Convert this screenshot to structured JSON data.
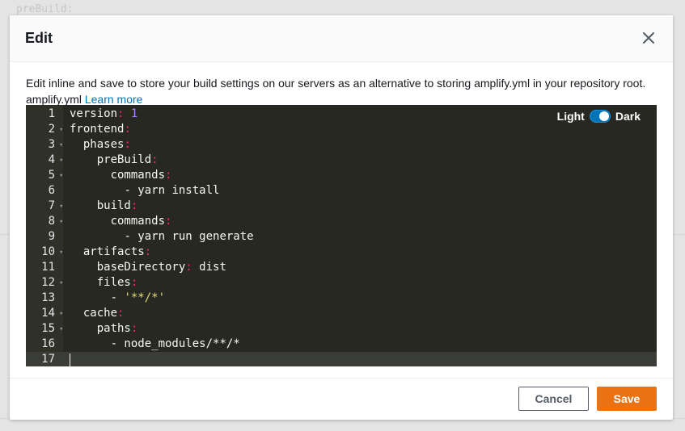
{
  "background": {
    "code_text": "preBuild:"
  },
  "modal": {
    "title": "Edit",
    "close_icon": "close-icon",
    "description": "Edit inline and save to store your build settings on our servers as an alternative to storing amplify.yml in your repository root. amplify.yml",
    "learn_more": "Learn more"
  },
  "editor": {
    "theme_light_label": "Light",
    "theme_dark_label": "Dark",
    "theme_is_dark": true,
    "colors": {
      "background": "#272822",
      "key": "#f8f8f2",
      "punctuation": "#f92672",
      "number": "#ae81ff",
      "string": "#e6db74",
      "toggle": "#0073bb"
    },
    "lines": [
      {
        "num": "1",
        "fold": false,
        "indent": "",
        "key": "version",
        "colon": ":",
        "value": " 1",
        "value_type": "number"
      },
      {
        "num": "2",
        "fold": true,
        "indent": "",
        "key": "frontend",
        "colon": ":",
        "value": "",
        "value_type": ""
      },
      {
        "num": "3",
        "fold": true,
        "indent": "  ",
        "key": "phases",
        "colon": ":",
        "value": "",
        "value_type": ""
      },
      {
        "num": "4",
        "fold": true,
        "indent": "    ",
        "key": "preBuild",
        "colon": ":",
        "value": "",
        "value_type": ""
      },
      {
        "num": "5",
        "fold": true,
        "indent": "      ",
        "key": "commands",
        "colon": ":",
        "value": "",
        "value_type": ""
      },
      {
        "num": "6",
        "fold": false,
        "indent": "        ",
        "key": "- yarn install",
        "colon": "",
        "value": "",
        "value_type": ""
      },
      {
        "num": "7",
        "fold": true,
        "indent": "    ",
        "key": "build",
        "colon": ":",
        "value": "",
        "value_type": ""
      },
      {
        "num": "8",
        "fold": true,
        "indent": "      ",
        "key": "commands",
        "colon": ":",
        "value": "",
        "value_type": ""
      },
      {
        "num": "9",
        "fold": false,
        "indent": "        ",
        "key": "- yarn run generate",
        "colon": "",
        "value": "",
        "value_type": ""
      },
      {
        "num": "10",
        "fold": true,
        "indent": "  ",
        "key": "artifacts",
        "colon": ":",
        "value": "",
        "value_type": ""
      },
      {
        "num": "11",
        "fold": false,
        "indent": "    ",
        "key": "baseDirectory",
        "colon": ":",
        "value": " dist",
        "value_type": "plain"
      },
      {
        "num": "12",
        "fold": true,
        "indent": "    ",
        "key": "files",
        "colon": ":",
        "value": "",
        "value_type": ""
      },
      {
        "num": "13",
        "fold": false,
        "indent": "      ",
        "key": "- ",
        "colon": "",
        "value": "'**/*'",
        "value_type": "string"
      },
      {
        "num": "14",
        "fold": true,
        "indent": "  ",
        "key": "cache",
        "colon": ":",
        "value": "",
        "value_type": ""
      },
      {
        "num": "15",
        "fold": true,
        "indent": "    ",
        "key": "paths",
        "colon": ":",
        "value": "",
        "value_type": ""
      },
      {
        "num": "16",
        "fold": false,
        "indent": "      ",
        "key": "- node_modules/**/*",
        "colon": "",
        "value": "",
        "value_type": ""
      },
      {
        "num": "17",
        "fold": false,
        "indent": "",
        "key": "",
        "colon": "",
        "value": "",
        "value_type": "",
        "active": true
      }
    ]
  },
  "footer": {
    "cancel_label": "Cancel",
    "save_label": "Save"
  }
}
